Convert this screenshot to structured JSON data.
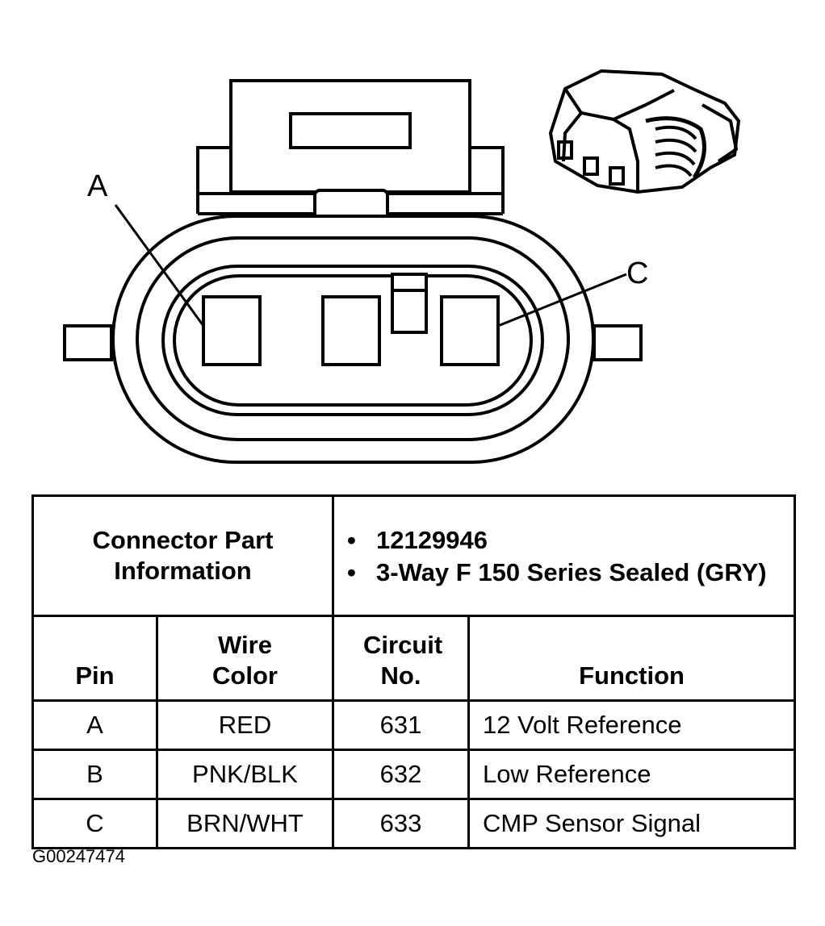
{
  "callouts": {
    "pin_a": "A",
    "pin_c": "C"
  },
  "connector_part_info": {
    "label": "Connector Part Information",
    "details": [
      "12129946",
      "3-Way F 150 Series Sealed (GRY)"
    ]
  },
  "table": {
    "headers": {
      "pin": "Pin",
      "wire_color": "Wire Color",
      "circuit_no": "Circuit No.",
      "function": "Function"
    },
    "rows": [
      {
        "pin": "A",
        "wire_color": "RED",
        "circuit_no": "631",
        "function": "12 Volt Reference"
      },
      {
        "pin": "B",
        "wire_color": "PNK/BLK",
        "circuit_no": "632",
        "function": "Low Reference"
      },
      {
        "pin": "C",
        "wire_color": "BRN/WHT",
        "circuit_no": "633",
        "function": "CMP Sensor Signal"
      }
    ]
  },
  "figure_id": "G00247474"
}
